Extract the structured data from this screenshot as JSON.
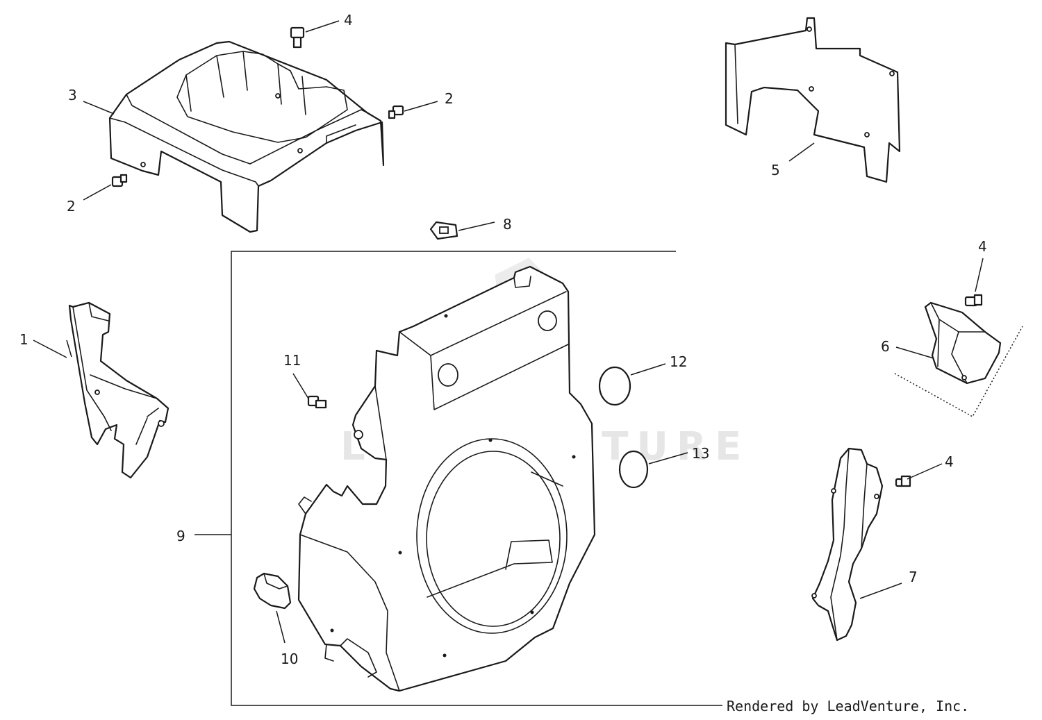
{
  "callouts": {
    "c1": "1",
    "c2a": "2",
    "c2b": "2",
    "c3": "3",
    "c4a": "4",
    "c4b": "4",
    "c4c": "4",
    "c5": "5",
    "c6": "6",
    "c7": "7",
    "c8": "8",
    "c9": "9",
    "c10": "10",
    "c11": "11",
    "c12": "12",
    "c13": "13"
  },
  "credit": "Rendered by LeadVenture, Inc.",
  "watermark": "LEADVENTURE",
  "colors": {
    "line": "#1a1a1a",
    "background": "#ffffff",
    "watermark": "#e6e6e6"
  }
}
